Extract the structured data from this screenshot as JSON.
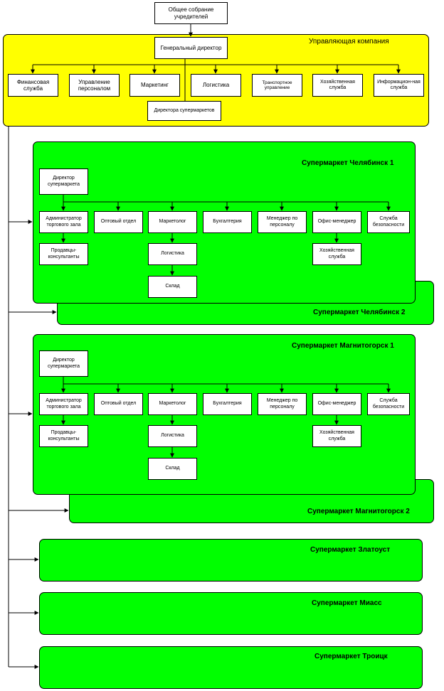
{
  "founders": "Общее собрание учредителей",
  "management": {
    "title": "Управляющая компания",
    "gd": "Генеральный директор",
    "depts": {
      "fin": "Финансовая служба",
      "hr": "Управление персоналом",
      "mkt": "Маркетинг",
      "log": "Логистика",
      "trans": "Транспортное управление",
      "eco": "Хозяйственная служба",
      "info": "Информацион-ная служба"
    },
    "dir": "Директора супермаркетов"
  },
  "stores": {
    "chel1": {
      "title": "Супермаркет Челябинск 1",
      "director": "Директор супермаркета",
      "admin": "Администратор торгового зала",
      "wholesale": "Оптовый отдел",
      "marketer": "Маркетолог",
      "accounting": "Бухгалтерия",
      "hr": "Менеджер по персоналу",
      "office": "Офис-менеджер",
      "security": "Служба безопасности",
      "sellers": "Продавцы-консультанты",
      "logistics": "Логистика",
      "warehouse": "Склад",
      "eco": "Хозяйственная служба"
    },
    "chel2": {
      "title": "Супермаркет Челябинск 2"
    },
    "mag1": {
      "title": "Супермаркет Магнитогорск 1",
      "director": "Директор супермаркета",
      "admin": "Администратор торгового зала",
      "wholesale": "Оптовый отдел",
      "marketer": "Маркетолог",
      "accounting": "Бухгалтерия",
      "hr": "Менеджер по персоналу",
      "office": "Офис-менеджер",
      "security": "Служба безопасности",
      "sellers": "Продавцы-консультанты",
      "logistics": "Логистика",
      "warehouse": "Склад",
      "eco": "Хозяйственная служба"
    },
    "mag2": {
      "title": "Супермаркет Магнитогорск 2"
    },
    "zlat": {
      "title": "Супермаркет  Златоуст"
    },
    "miass": {
      "title": "Супермаркет Миасс"
    },
    "troitsk": {
      "title": "Супермаркет Троицк"
    }
  }
}
